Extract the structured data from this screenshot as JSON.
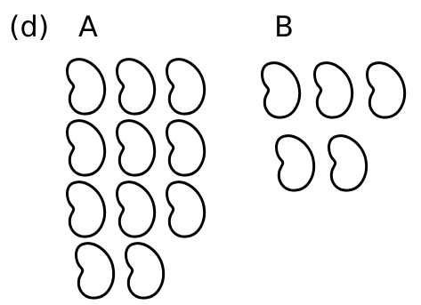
{
  "problem": {
    "part_label": "(d)",
    "groups": [
      {
        "label": "A",
        "bean_count": 11
      },
      {
        "label": "B",
        "bean_count": 5
      }
    ]
  },
  "colors": {
    "stroke": "#000000",
    "fill": "#ffffff",
    "background": "#ffffff"
  },
  "icons": {
    "bean": "kidney-bean-icon"
  }
}
